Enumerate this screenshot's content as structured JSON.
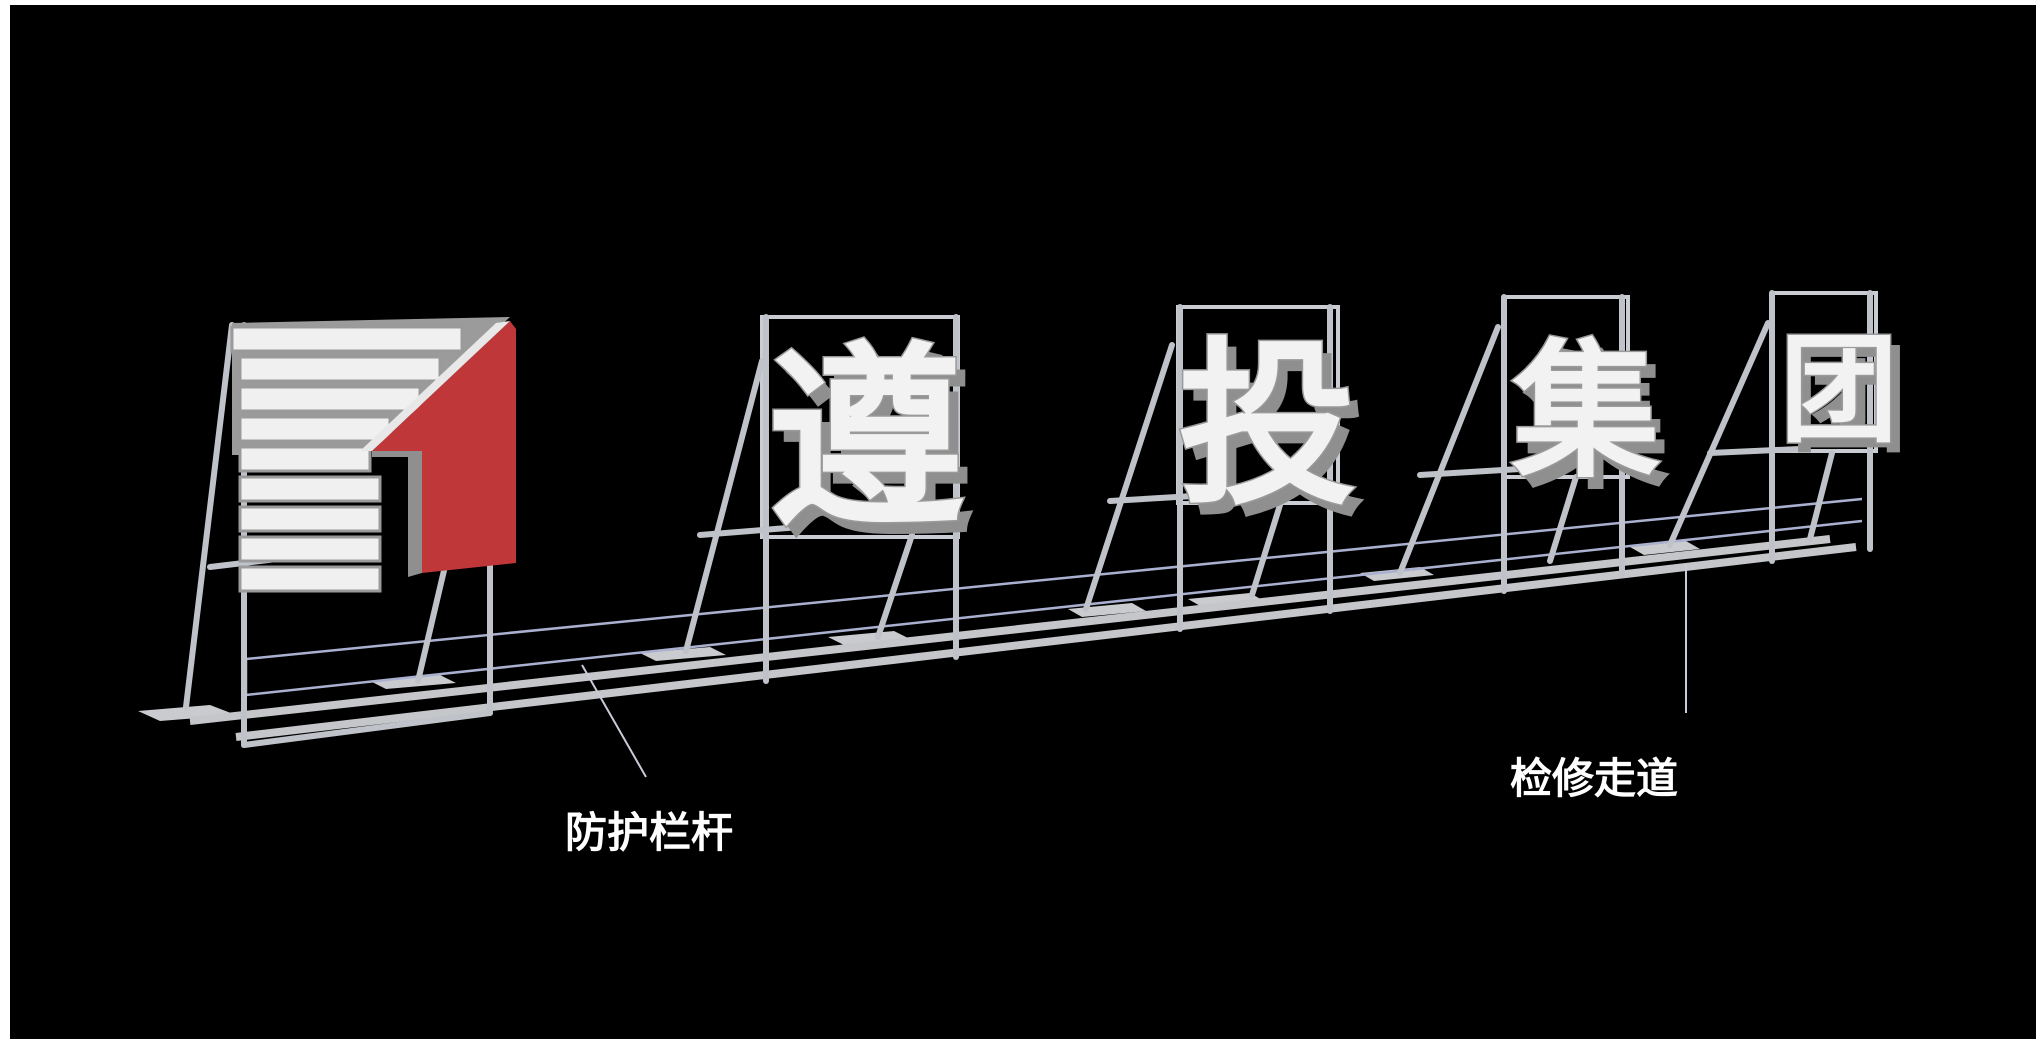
{
  "sign": {
    "logo_icon": "stacked-bars-with-red-number-1-logo",
    "characters": [
      "遵",
      "投",
      "集",
      "团"
    ],
    "colors": {
      "background": "#000000",
      "letter_face": "#f2f2f2",
      "letter_side": "#9a9a9a",
      "logo_red": "#c0373a",
      "frame": "#bfc3c9",
      "rail": "#aab0d0"
    }
  },
  "callouts": {
    "guardrail": "防护栏杆",
    "walkway": "检修走道"
  }
}
